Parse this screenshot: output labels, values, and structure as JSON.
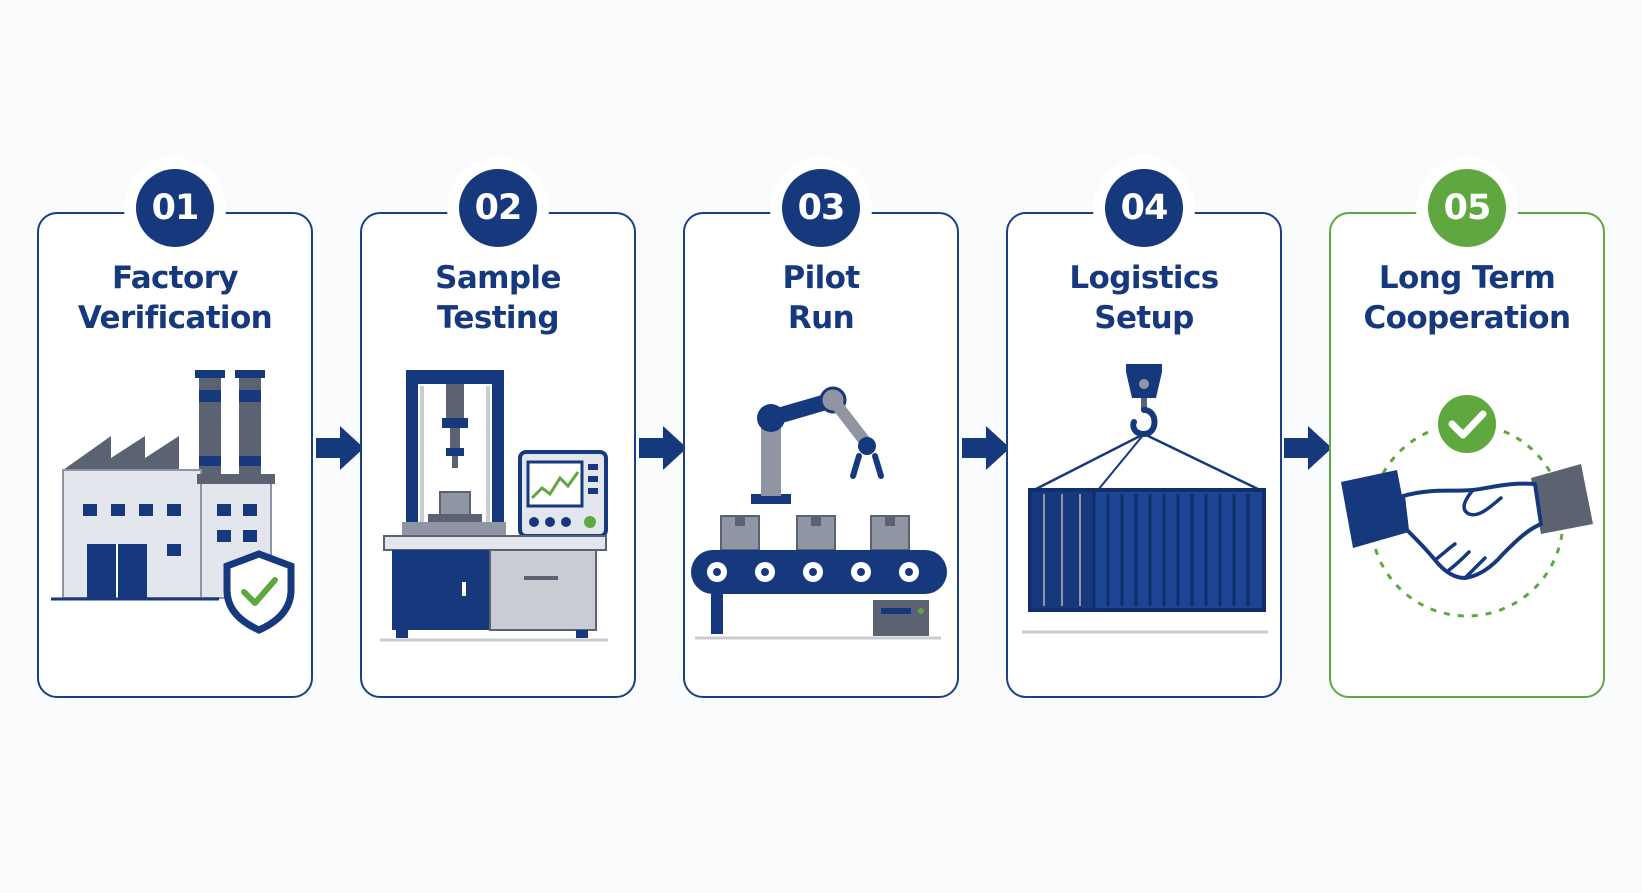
{
  "steps": [
    {
      "number": "01",
      "title_lines": [
        "Factory",
        "Verification"
      ],
      "icon": "factory-shield-icon"
    },
    {
      "number": "02",
      "title_lines": [
        "Sample",
        "Testing"
      ],
      "icon": "testing-machine-icon"
    },
    {
      "number": "03",
      "title_lines": [
        "Pilot",
        "Run"
      ],
      "icon": "robot-arm-conveyor-icon"
    },
    {
      "number": "04",
      "title_lines": [
        "Logistics",
        "Setup"
      ],
      "icon": "crane-container-icon"
    },
    {
      "number": "05",
      "title_lines": [
        "Long Term",
        "Cooperation"
      ],
      "icon": "handshake-check-icon"
    }
  ],
  "colors": {
    "primary": "#16397e",
    "accent_green": "#5ea83f",
    "gray": "#c9ccd3",
    "dark_gray": "#5b6272"
  }
}
